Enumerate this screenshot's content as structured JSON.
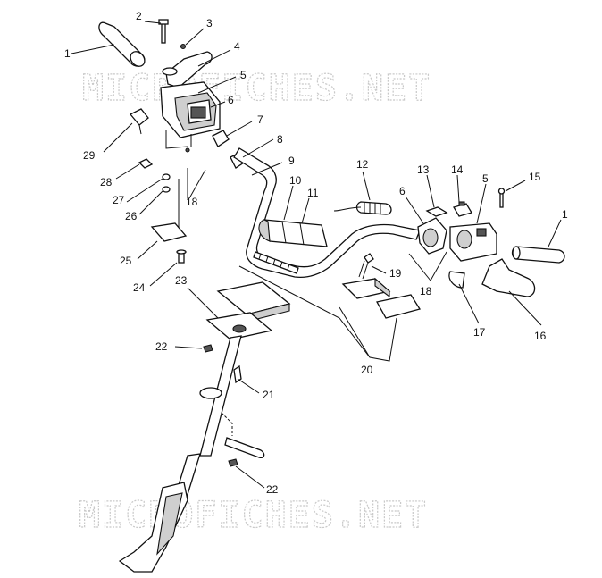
{
  "watermark": {
    "text": "MICROFICHES.NET"
  },
  "callouts": [
    {
      "id": "c1a",
      "label": "1"
    },
    {
      "id": "c2",
      "label": "2"
    },
    {
      "id": "c3",
      "label": "3"
    },
    {
      "id": "c4",
      "label": "4"
    },
    {
      "id": "c5a",
      "label": "5"
    },
    {
      "id": "c6a",
      "label": "6"
    },
    {
      "id": "c7",
      "label": "7"
    },
    {
      "id": "c8",
      "label": "8"
    },
    {
      "id": "c9",
      "label": "9"
    },
    {
      "id": "c10",
      "label": "10"
    },
    {
      "id": "c11",
      "label": "11"
    },
    {
      "id": "c12",
      "label": "12"
    },
    {
      "id": "c13",
      "label": "13"
    },
    {
      "id": "c14",
      "label": "14"
    },
    {
      "id": "c5b",
      "label": "5"
    },
    {
      "id": "c15",
      "label": "15"
    },
    {
      "id": "c1b",
      "label": "1"
    },
    {
      "id": "c6b",
      "label": "6"
    },
    {
      "id": "c29",
      "label": "29"
    },
    {
      "id": "c28",
      "label": "28"
    },
    {
      "id": "c27",
      "label": "27"
    },
    {
      "id": "c26",
      "label": "26"
    },
    {
      "id": "c18a",
      "label": "18"
    },
    {
      "id": "c25",
      "label": "25"
    },
    {
      "id": "c24",
      "label": "24"
    },
    {
      "id": "c23",
      "label": "23"
    },
    {
      "id": "c19",
      "label": "19"
    },
    {
      "id": "c18b",
      "label": "18"
    },
    {
      "id": "c17",
      "label": "17"
    },
    {
      "id": "c16",
      "label": "16"
    },
    {
      "id": "c22a",
      "label": "22"
    },
    {
      "id": "c20",
      "label": "20"
    },
    {
      "id": "c21",
      "label": "21"
    },
    {
      "id": "c22b",
      "label": "22"
    }
  ]
}
